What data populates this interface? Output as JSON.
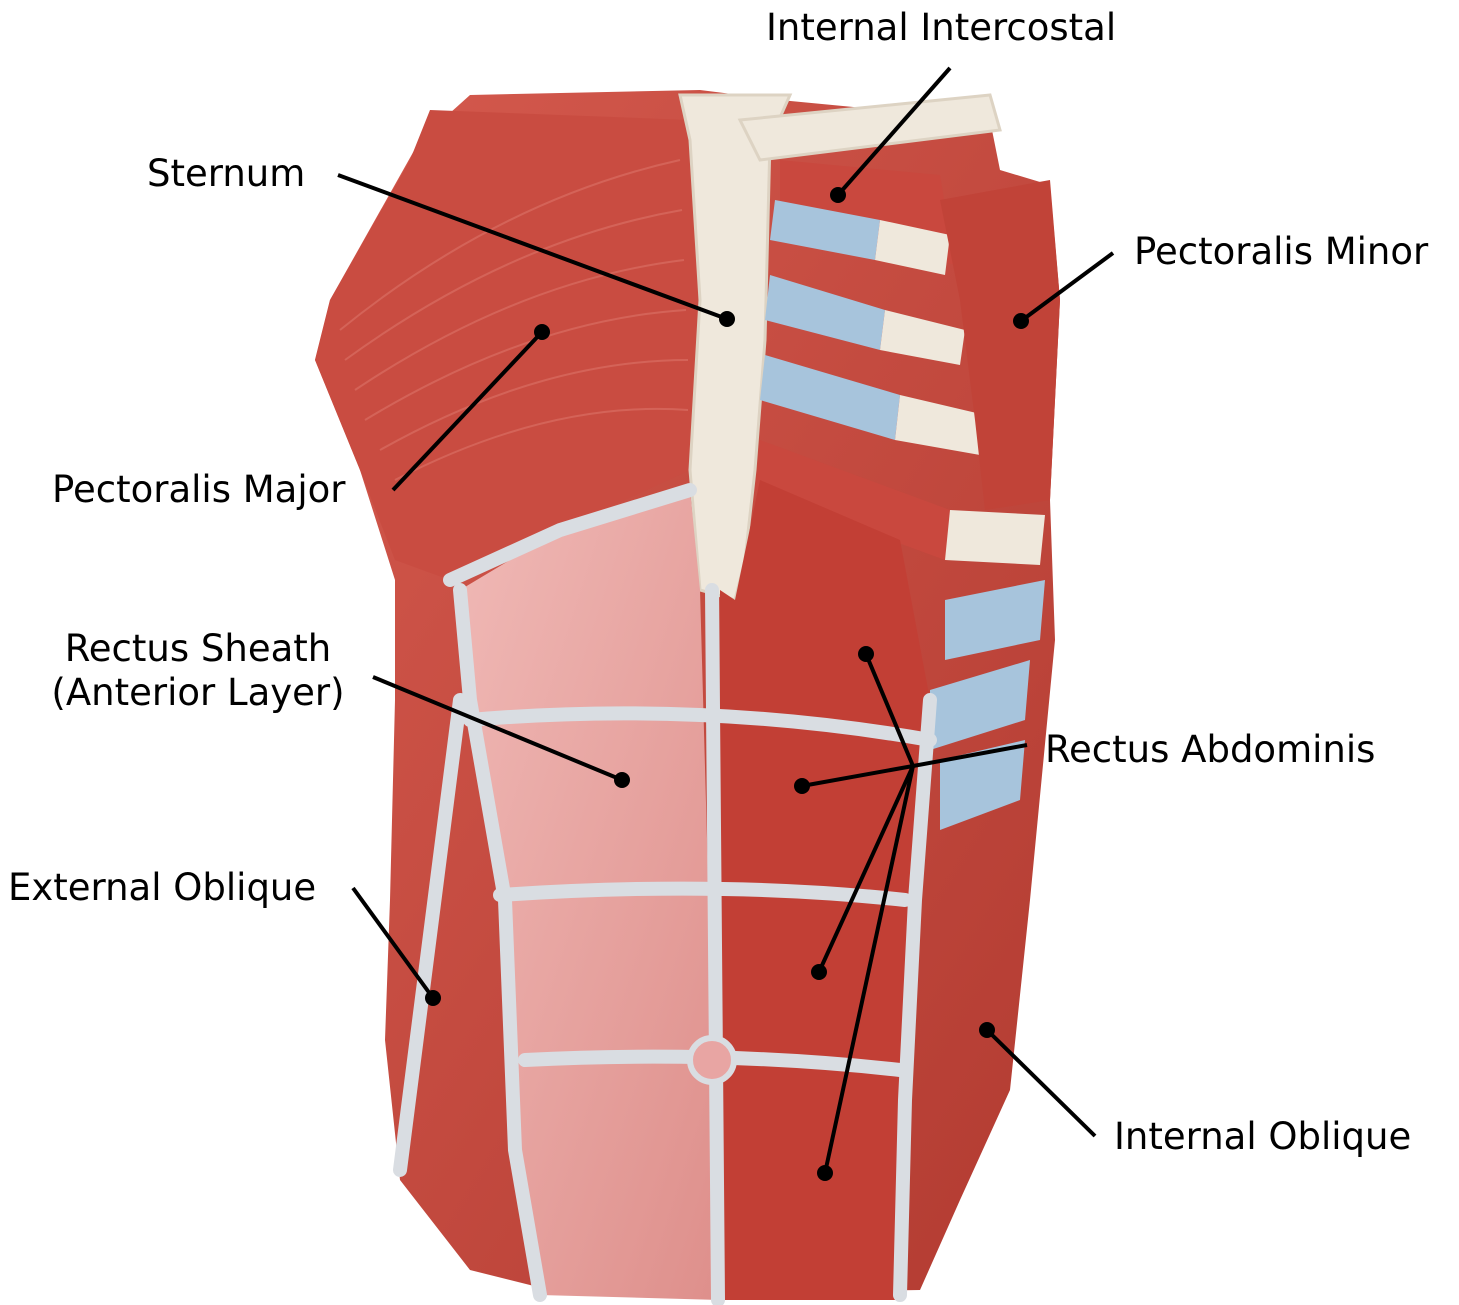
{
  "labels": {
    "internal_intercostal": "Internal Intercostal",
    "sternum": "Sternum",
    "pectoralis_minor": "Pectoralis Minor",
    "pectoralis_major": "Pectoralis Major",
    "rectus_sheath_line1": "Rectus Sheath",
    "rectus_sheath_line2": "(Anterior Layer)",
    "rectus_abdominis": "Rectus Abdominis",
    "external_oblique": "External Oblique",
    "internal_oblique": "Internal Oblique"
  },
  "colors": {
    "muscle": "#c8473c",
    "muscle_dark": "#a8342c",
    "sheath": "#e8a5a3",
    "fascia": "#d9dde2",
    "bone": "#efe8dc",
    "cartilage": "#a7c4dc",
    "leader": "#000000"
  }
}
